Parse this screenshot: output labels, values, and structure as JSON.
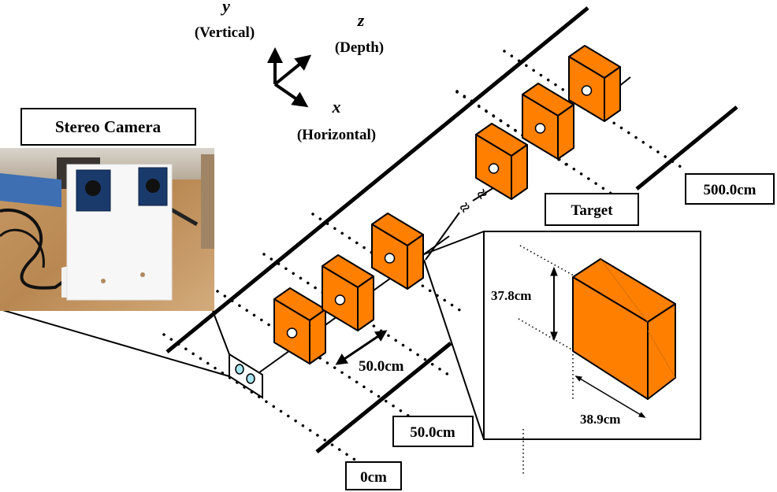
{
  "axes": {
    "y": {
      "letter": "y",
      "name": "(Vertical)"
    },
    "z": {
      "letter": "z",
      "name": "(Depth)"
    },
    "x": {
      "letter": "x",
      "name": "(Horizontal)"
    }
  },
  "labels": {
    "stereo_camera": "Stereo Camera",
    "target": "Target",
    "distance_start": "0cm",
    "distance_first": "50.0cm",
    "distance_last": "500.0cm",
    "spacing": "50.0cm",
    "target_height": "37.8cm",
    "target_width": "38.9cm"
  },
  "colors": {
    "target_orange": "#FF7F00",
    "camera_lens": "#a8e4f0",
    "photo_board_blue": "#1a3a6b"
  },
  "targets": {
    "near_count": 3,
    "far_count": 3,
    "gap_symbol": "≈"
  }
}
